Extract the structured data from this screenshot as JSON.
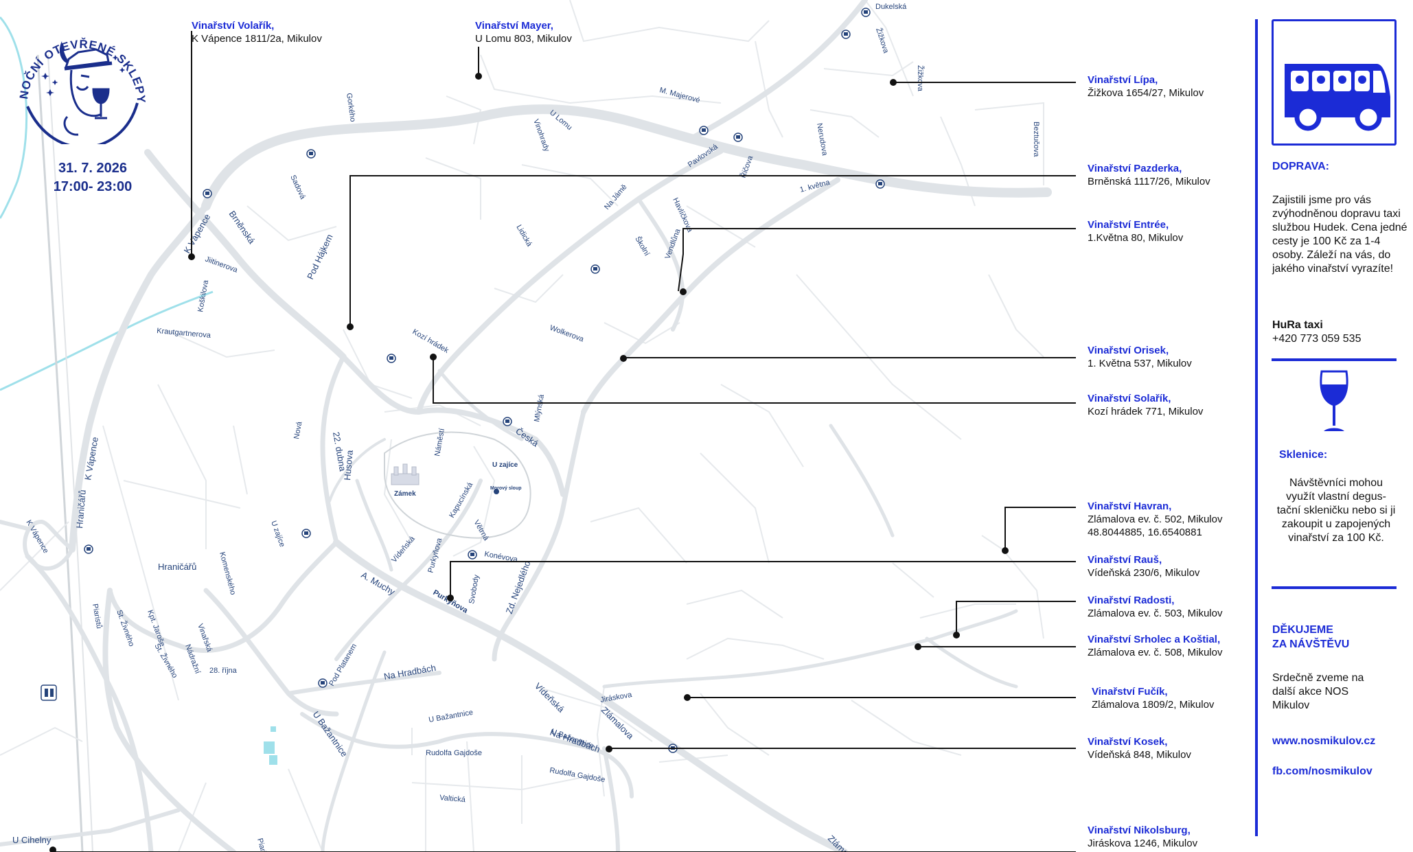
{
  "event": {
    "logo_text": "NOČNÍ OTEVŘENÉ SKLEPY MIKULOV",
    "date": "31. 7. 2026",
    "time": "17:00- 23:00"
  },
  "wineries": [
    {
      "name": "Vinařství Volařík,",
      "address": "K Vápence 1811/2a, Mikulov"
    },
    {
      "name": "Vinařství Mayer,",
      "address": "U Lomu 803, Mikulov"
    },
    {
      "name": "Vinařství Lípa,",
      "address": "Žižkova 1654/27, Mikulov"
    },
    {
      "name": "Vinařství Pazderka,",
      "address": "Brněnská 1117/26, Mikulov"
    },
    {
      "name": "Vinařství Entrée,",
      "address": "1.Května 80, Mikulov"
    },
    {
      "name": "Vinařství Orisek,",
      "address": "1. Května 537, Mikulov"
    },
    {
      "name": "Vinařství Solařík,",
      "address": "Kozí hrádek 771, Mikulov"
    },
    {
      "name": "Vinařství Havran,",
      "address": "Zlámalova ev. č. 502, Mikulov",
      "extra": "48.8044885, 16.6540881"
    },
    {
      "name": "Vinařství Rauš,",
      "address": "Vídeňská 230/6, Mikulov"
    },
    {
      "name": "Vinařství Radosti,",
      "address": "Zlámalova ev. č. 503, Mikulov"
    },
    {
      "name": "Vinařství Srholec a Koštial,",
      "address": "Zlámalova ev. č. 508, Mikulov"
    },
    {
      "name": "Vinařství Fučík,",
      "address": "Zlámalova 1809/2, Mikulov"
    },
    {
      "name": "Vinařství Kosek,",
      "address": "Vídeňská 848, Mikulov"
    },
    {
      "name": "Vinařství Nikolsburg,",
      "address": "Jiráskova 1246, Mikulov"
    }
  ],
  "sidebar": {
    "transport_icon": "bus-icon",
    "transport_title": "DOPRAVA:",
    "transport_text": "Zajistili jsme pro vás zvýhodněnou dopravu taxi službou Hudek. Cena jedné cesty je 100 Kč za 1-4 osoby. Záleží na vás, do jakého vinařství vyrazíte!",
    "taxi_name": "HuRa taxi",
    "taxi_phone": "+420 773 059 535",
    "glass_icon": "wine-glass-icon",
    "glass_title": "Sklenice:",
    "glass_text": "Návštěvníci mohou využít vlastní degus-tační skleničku nebo si ji zakoupit u zapojených vinařství za 100 Kč.",
    "thanks_title_1": "DĚKUJEME",
    "thanks_title_2": "ZA NÁVŠTĚVU",
    "thanks_text": "Srdečně zveme na další akce NOS Mikulov",
    "web_link": "www.nosmikulov.cz",
    "fb_link": "fb.com/nosmikulov"
  },
  "map": {
    "streets": [
      "Dukelská",
      "Žižkova",
      "Beztučova",
      "Nerudova",
      "Řičova",
      "1. května",
      "M. Majerové",
      "Vinohrady",
      "U Lomu",
      "Pavlovská",
      "Havlíčkova",
      "Na Jámě",
      "Lidická",
      "Školní",
      "Vendlůna",
      "Wolkerova",
      "Gorkého",
      "Sadová",
      "Brněnská",
      "Pod Hájkem",
      "K Vápence",
      "Jiitinerova",
      "Koškilova",
      "Krautgartnerova",
      "Kozí hrádek",
      "Česká",
      "Mlýnská",
      "22. dubna",
      "Husova",
      "Nová",
      "Náměstí",
      "U zajíce",
      "Zámek",
      "Morový sloup",
      "Kapucínská",
      "Hraničářů",
      "Větrná",
      "Komenského",
      "A. Muchy",
      "Vídeňská",
      "Purkyňova",
      "Svobody",
      "Konévova",
      "Zd. Nejedlého",
      "Kpt. Jaroše",
      "St. Živného",
      "Vinařská",
      "Nádražní",
      "28. října",
      "Piaristů",
      "Pod Platanem",
      "Na Hradbách",
      "U Bažantnice",
      "Rudolfa Gajdoše",
      "Valtická",
      "Zlámalova",
      "Jiráskova",
      "U Cihelny"
    ],
    "castle_label": "Zámek",
    "plague_column_label": "Morový sloup",
    "u_zajice_label": "U zajíce",
    "bus_stop_icon": "bus-stop-icon",
    "train_station_icon": "train-station-icon",
    "colors": {
      "road": "#dfe3e7",
      "water": "#9fe0ea",
      "street_label": "#25437a",
      "accent": "#1b2bd6",
      "logo": "#1a2e8c"
    }
  }
}
